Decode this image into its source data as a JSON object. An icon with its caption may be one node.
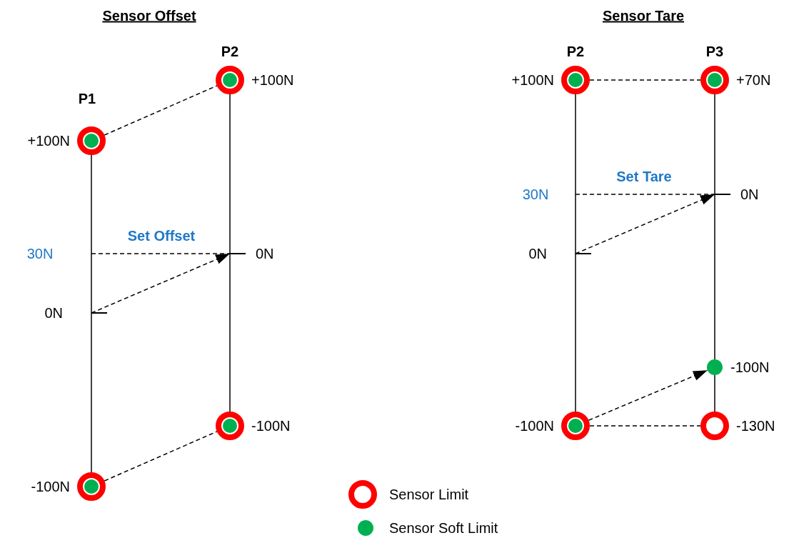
{
  "diagram": {
    "nodes": [
      {
        "text": [],
        "shape": "circle",
        "beside": [
          "+100N"
        ]
      },
      {
        "text": [],
        "shape": "circle",
        "beside": [
          "+100N"
        ]
      },
      {
        "text": [],
        "shape": "bar",
        "beside": [
          "0N"
        ]
      },
      {
        "text": [],
        "shape": "bar",
        "beside": [
          "0N"
        ]
      },
      {
        "text": [],
        "shape": "circle",
        "beside": [
          "-100N"
        ]
      },
      {
        "text": [],
        "shape": "circle",
        "beside": [
          "-100N"
        ]
      },
      {
        "text": [],
        "shape": "circle",
        "beside": [
          "+100N"
        ]
      },
      {
        "text": [],
        "shape": "circle",
        "beside": [
          "+70N"
        ]
      },
      {
        "text": [],
        "shape": "bar",
        "beside": [
          "0N"
        ]
      },
      {
        "text": [],
        "shape": "bar",
        "beside": [
          "0N"
        ]
      },
      {
        "text": [],
        "shape": "circle",
        "beside": [
          "-100N"
        ]
      },
      {
        "text": [],
        "shape": "circle",
        "beside": [
          "-100N"
        ]
      },
      {
        "text": [],
        "shape": "circle",
        "beside": [
          "-130N"
        ]
      }
    ],
    "edges": [
      {
        "from": 0,
        "to": 1,
        "arrow": "none",
        "style": "dashed"
      },
      {
        "from": null,
        "to": 3,
        "arrow": "none",
        "style": "dashed"
      },
      {
        "from": 2,
        "to": 3,
        "arrow": "to",
        "style": "dashed",
        "label": "Set Offset"
      },
      {
        "from": 4,
        "to": 5,
        "arrow": "none",
        "style": "dashed"
      },
      {
        "from": 6,
        "to": 7,
        "arrow": "none",
        "style": "dashed"
      },
      {
        "from": null,
        "to": 9,
        "arrow": "none",
        "style": "dashed"
      },
      {
        "from": 8,
        "to": 9,
        "arrow": "to",
        "style": "dashed",
        "label": "Set Tare"
      },
      {
        "from": 11,
        "to": 10,
        "arrow": "to",
        "style": "dashed"
      },
      {
        "from": 11,
        "to": 12,
        "arrow": "none",
        "style": "dashed"
      },
      {
        "from": 0,
        "to": 4,
        "arrow": "none"
      },
      {
        "from": 1,
        "to": 5,
        "arrow": "none"
      },
      {
        "from": 6,
        "to": 11,
        "arrow": "none"
      },
      {
        "from": 7,
        "to": 10,
        "arrow": "none"
      },
      {
        "from": 10,
        "to": 12,
        "arrow": "none"
      }
    ],
    "labels": [
      "Sensor Offset",
      "Sensor Tare",
      "P2",
      "P2",
      "P3",
      "P1",
      "30N",
      "30N"
    ],
    "legend": [
      {
        "text": "Sensor Limit"
      },
      {
        "text": "Sensor Soft Limit",
        "color": "#00b050"
      }
    ]
  }
}
